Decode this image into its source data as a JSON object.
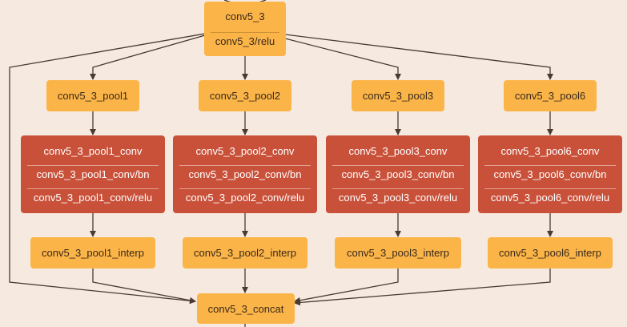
{
  "top": {
    "lines": [
      "conv5_3",
      "conv5_3/relu"
    ]
  },
  "pools": [
    {
      "pool": "conv5_3_pool1",
      "conv": [
        "conv5_3_pool1_conv",
        "conv5_3_pool1_conv/bn",
        "conv5_3_pool1_conv/relu"
      ],
      "interp": "conv5_3_pool1_interp"
    },
    {
      "pool": "conv5_3_pool2",
      "conv": [
        "conv5_3_pool2_conv",
        "conv5_3_pool2_conv/bn",
        "conv5_3_pool2_conv/relu"
      ],
      "interp": "conv5_3_pool2_interp"
    },
    {
      "pool": "conv5_3_pool3",
      "conv": [
        "conv5_3_pool3_conv",
        "conv5_3_pool3_conv/bn",
        "conv5_3_pool3_conv/relu"
      ],
      "interp": "conv5_3_pool3_interp"
    },
    {
      "pool": "conv5_3_pool6",
      "conv": [
        "conv5_3_pool6_conv",
        "conv5_3_pool6_conv/bn",
        "conv5_3_pool6_conv/relu"
      ],
      "interp": "conv5_3_pool6_interp"
    }
  ],
  "concat": "conv5_3_concat",
  "colors": {
    "light_node": "#fbb448",
    "dark_node": "#c9513a",
    "edge": "#4a3a30",
    "background": "#f6eae0"
  }
}
